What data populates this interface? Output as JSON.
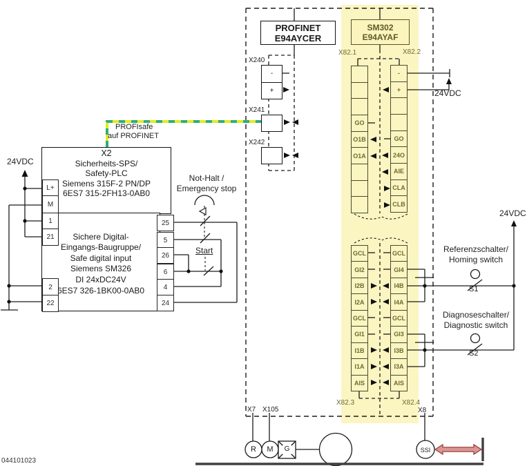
{
  "doc_number": "044101023",
  "colors": {
    "highlight_band": "#FBF5C1",
    "module_text": "#6b6b35",
    "cable_yellow": "#E3EB22",
    "cable_green": "#2FAE78",
    "encoder_arrow_fill": "#D99694",
    "encoder_arrow_stroke": "#953734"
  },
  "plc": {
    "connector_label": "X2",
    "supply_label": "24VDC",
    "upper_lines": [
      "Sicherheits-SPS/",
      "Safety-PLC",
      "Siemens 315F-2 PN/DP",
      "6ES7 315-2FH13-0AB0"
    ],
    "lower_lines": [
      "Sichere Digital-",
      "Eingangs-Baugruppe/",
      "Safe digital input",
      "Siemens SM326",
      "DI 24xDC24V",
      "6ES7 326-1BK00-0AB0"
    ],
    "left_terminals": [
      "L+",
      "M",
      "1",
      "21",
      "2",
      "22"
    ],
    "right_terminals": [
      "25",
      "5",
      "26",
      "6",
      "4",
      "24"
    ]
  },
  "profisafe": {
    "line1": "PROFIsafe",
    "line2": "auf PROFINET"
  },
  "estop": {
    "line1": "Not-Halt /",
    "line2": "Emergency stop",
    "start_label": "Start"
  },
  "profinet_module": {
    "title1": "PROFINET",
    "title2": "E94AYCER",
    "x240": {
      "label": "X240",
      "cells": [
        "-",
        "+"
      ]
    },
    "x241": {
      "label": "X241"
    },
    "x242": {
      "label": "X242"
    }
  },
  "sm302": {
    "title1": "SM302",
    "title2": "E94AYAF",
    "supply_label": "24VDC",
    "x821": {
      "label": "X82.1",
      "cells": [
        "",
        "",
        "",
        "GO",
        "O1B",
        "O1A",
        "",
        "",
        ""
      ]
    },
    "x822": {
      "label": "X82.2",
      "cells": [
        "-",
        "+",
        "",
        "",
        "GO",
        "24O",
        "AIE",
        "CLA",
        "CLB"
      ]
    },
    "x823": {
      "label": "X82.3",
      "cells": [
        "GCL",
        "GI2",
        "I2B",
        "I2A",
        "GCL",
        "GI1",
        "I1B",
        "I1A",
        "AIS"
      ]
    },
    "x824": {
      "label": "X82.4",
      "cells": [
        "GCL",
        "GI4",
        "I4B",
        "I4A",
        "GCL",
        "GI3",
        "I3B",
        "I3A",
        "AIS"
      ]
    }
  },
  "switches": {
    "supply_label": "24VDC",
    "s1": {
      "name": "S1",
      "line1": "Referenzschalter/",
      "line2": "Homing switch"
    },
    "s2": {
      "name": "S2",
      "line1": "Diagnoseschalter/",
      "line2": "Diagnostic switch"
    }
  },
  "drive": {
    "x7": "X7",
    "x105": "X105",
    "x8": "X8",
    "resolver": "R",
    "motor": "M",
    "gearbox": "G",
    "encoder": "SSI"
  }
}
